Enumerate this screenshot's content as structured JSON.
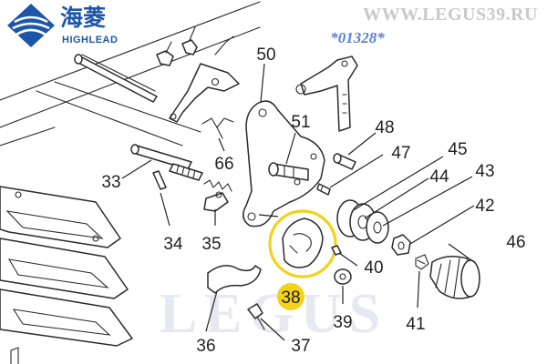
{
  "brand": {
    "name_cn": "海菱",
    "name_en": "HIGHLEAD",
    "color": "#1d56a8"
  },
  "site_url": "WWW.LEGUS39.RU",
  "catalog_code": "*01328*",
  "watermark_text": "LEGUS",
  "highlight": {
    "part": "38",
    "color": "#f2d21b"
  },
  "parts": [
    {
      "id": "part-33",
      "label": "33"
    },
    {
      "id": "part-34",
      "label": "34"
    },
    {
      "id": "part-35",
      "label": "35"
    },
    {
      "id": "part-36",
      "label": "36"
    },
    {
      "id": "part-37",
      "label": "37"
    },
    {
      "id": "part-38",
      "label": "38"
    },
    {
      "id": "part-39",
      "label": "39"
    },
    {
      "id": "part-40",
      "label": "40"
    },
    {
      "id": "part-41",
      "label": "41"
    },
    {
      "id": "part-42",
      "label": "42"
    },
    {
      "id": "part-43",
      "label": "43"
    },
    {
      "id": "part-44",
      "label": "44"
    },
    {
      "id": "part-45",
      "label": "45"
    },
    {
      "id": "part-46",
      "label": "46"
    },
    {
      "id": "part-47",
      "label": "47"
    },
    {
      "id": "part-48",
      "label": "48"
    },
    {
      "id": "part-50",
      "label": "50"
    },
    {
      "id": "part-51",
      "label": "51"
    },
    {
      "id": "part-66",
      "label": "66"
    }
  ]
}
